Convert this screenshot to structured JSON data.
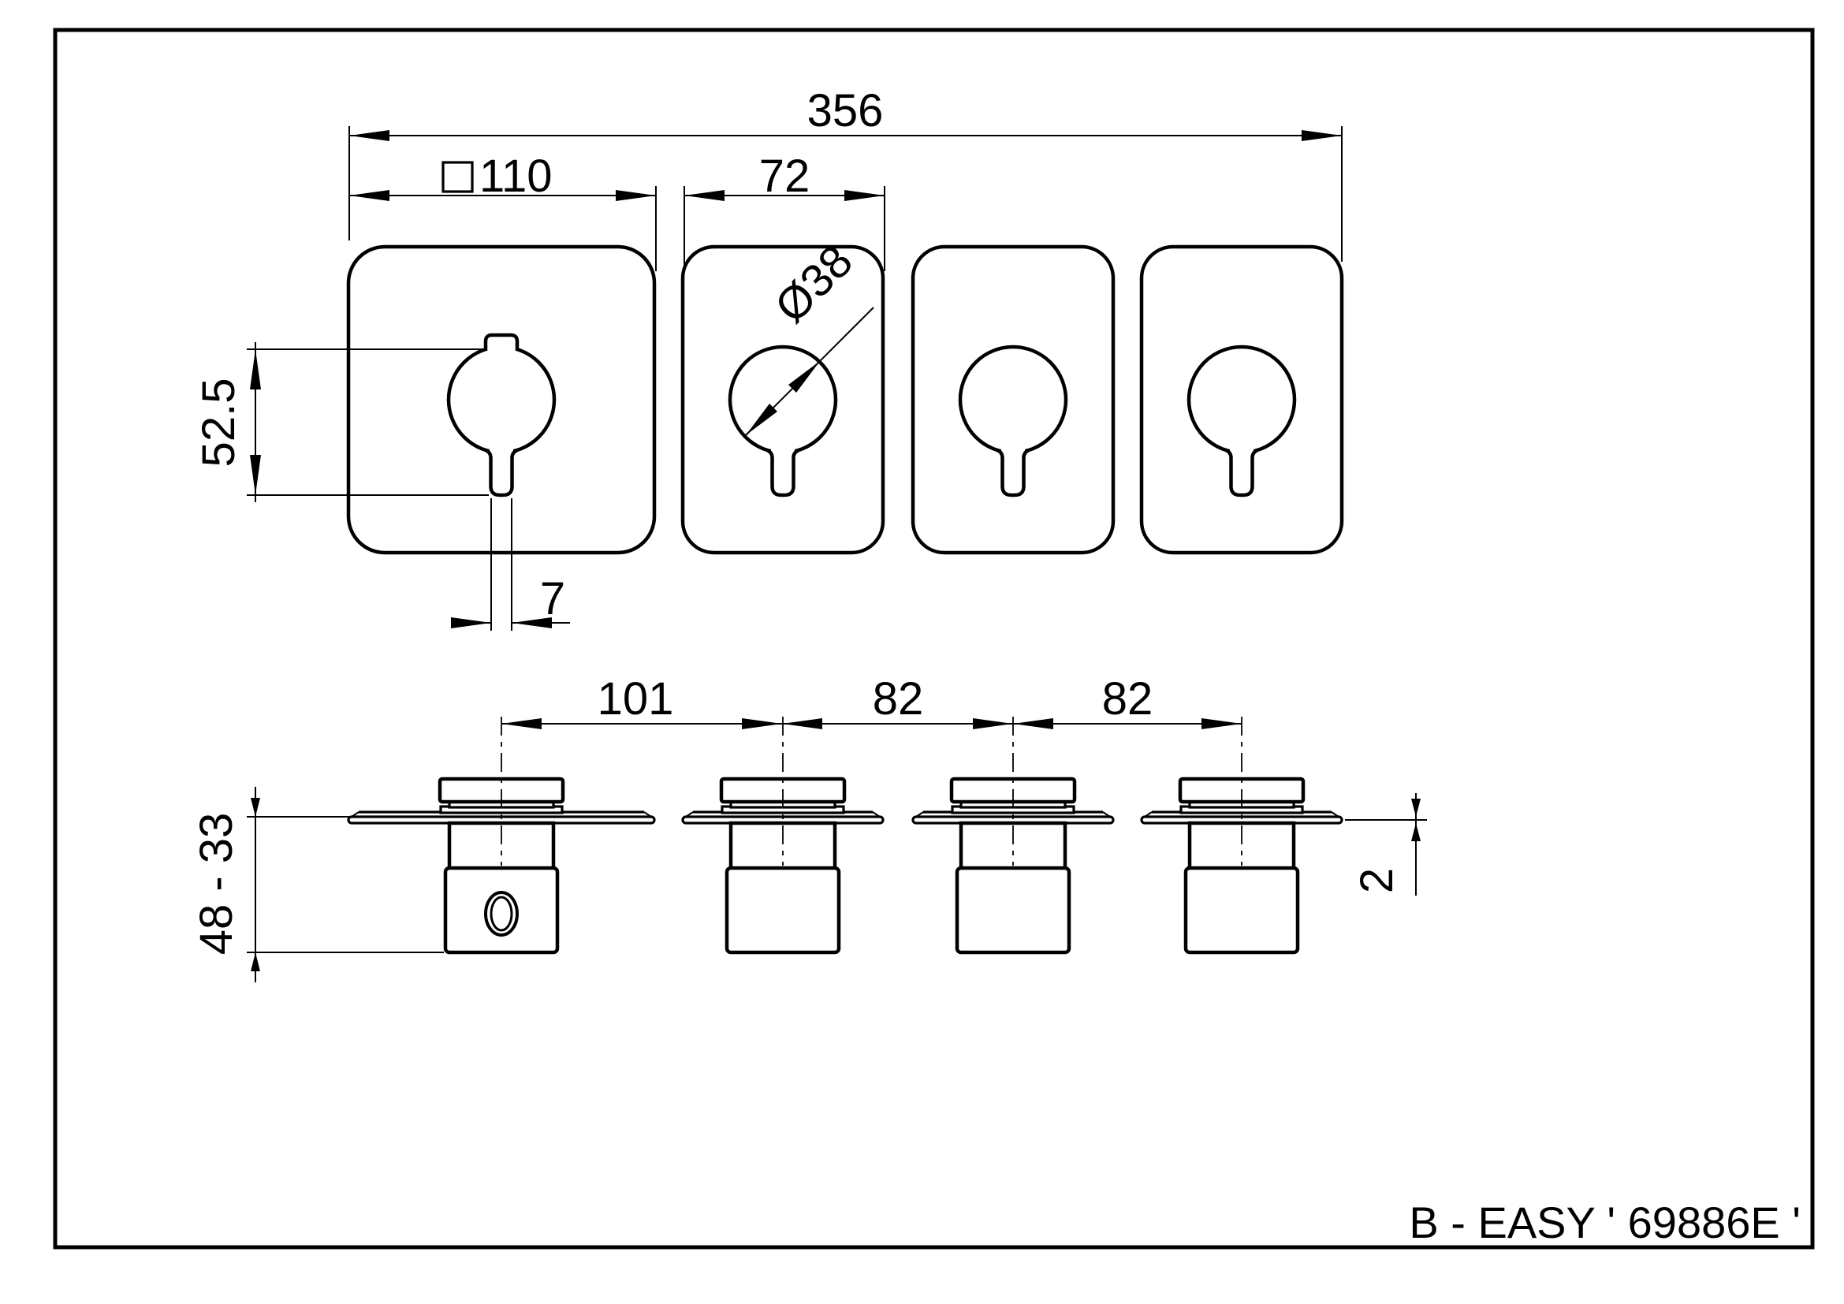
{
  "title": {
    "product_label": "B - EASY ' 69886E '"
  },
  "front_view": {
    "dims": {
      "total_width": "356",
      "plate_square_size": "110",
      "plate_square_symbol": "square-outline",
      "module_plate_width": "72",
      "knob_diameter": "Ø38",
      "knob_vertical_span": "52.5",
      "lever_tip_width": "7"
    }
  },
  "side_view": {
    "dims": {
      "center_spacing_left": "101",
      "center_spacing_mid": "82",
      "center_spacing_right": "82",
      "install_depth_range": "48 - 33",
      "plate_thickness": "2"
    }
  },
  "colors": {
    "line": "#000000",
    "background": "#ffffff"
  }
}
